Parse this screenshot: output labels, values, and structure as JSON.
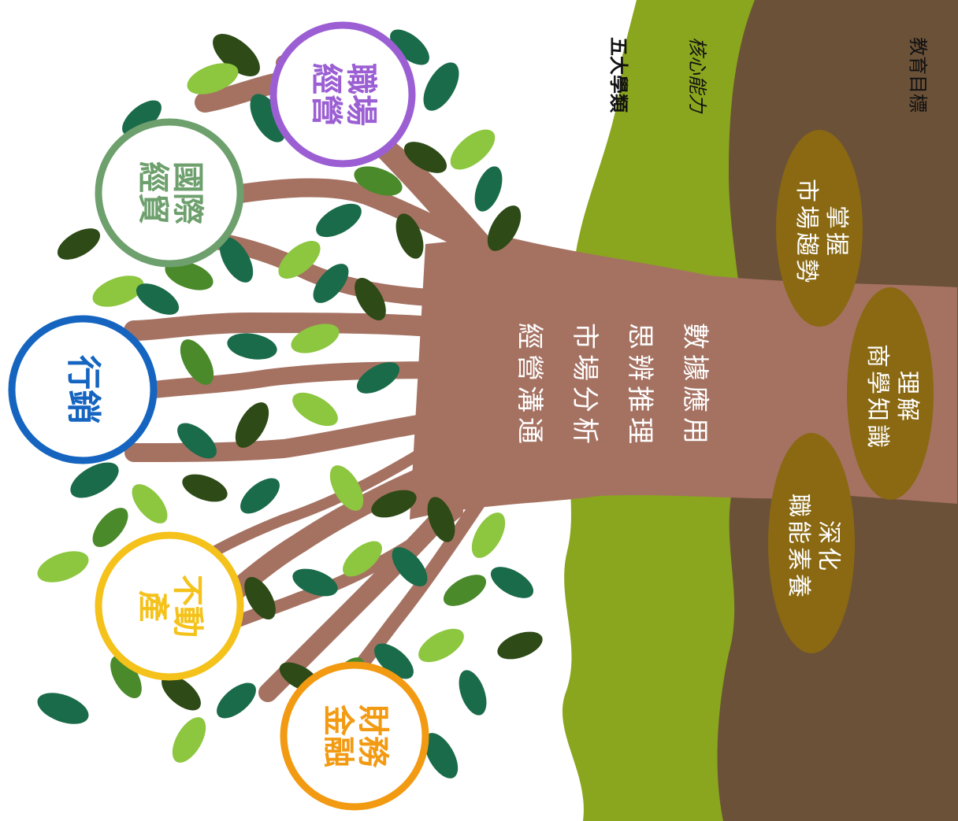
{
  "strata": {
    "five_categories": "五大學類",
    "core_abilities": "核心能力",
    "education_goals": "教育目標"
  },
  "branches": [
    {
      "id": "workplace",
      "lines": [
        "職場",
        "經營"
      ],
      "color": "#9b5fd3"
    },
    {
      "id": "international",
      "lines": [
        "國際",
        "經貿"
      ],
      "color": "#6ea06e"
    },
    {
      "id": "marketing",
      "lines": [
        "行銷"
      ],
      "color": "#1565c0"
    },
    {
      "id": "realestate",
      "lines": [
        "不動",
        "產"
      ],
      "color": "#f4c21a"
    },
    {
      "id": "finance",
      "lines": [
        "財務",
        "金融"
      ],
      "color": "#f29a12"
    }
  ],
  "core_abilities": [
    "經營溝通",
    "市場分析",
    "思辨推理",
    "數據應用"
  ],
  "goals": [
    {
      "lines": [
        "掌握",
        "市場趨勢"
      ]
    },
    {
      "lines": [
        "理解",
        "商學知識"
      ]
    },
    {
      "lines": [
        "深化",
        "職能素養"
      ]
    }
  ],
  "colors": {
    "grass": "#8aa51e",
    "soil": "#6b5138",
    "trunk": "#a57262",
    "goal_oval": "#8a6912"
  }
}
